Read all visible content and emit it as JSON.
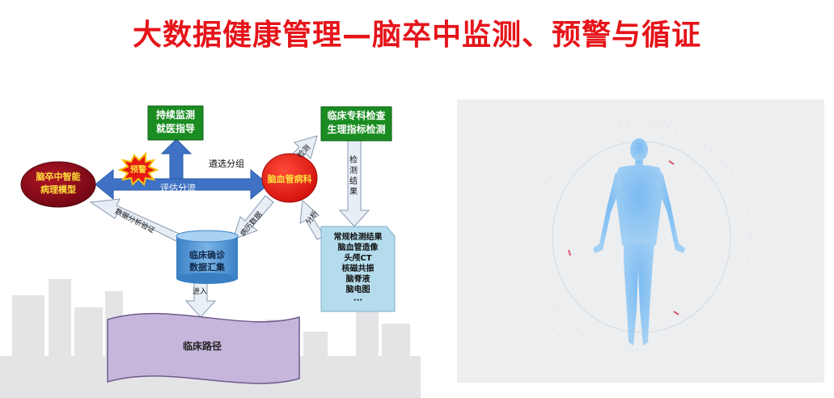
{
  "title": "大数据健康管理—脑卒中监测、预警与循证",
  "colors": {
    "title": "#e5141a",
    "green_box": "#1a8c22",
    "dark_red": "#8e0b1a",
    "bright_red": "#e51b12",
    "blue_arrow": "#3f72c4",
    "cylinder": "#5b9bd5",
    "doc": "#b5dcec",
    "band": "#c7b6dc"
  },
  "diagram": {
    "monitor_box": {
      "line1": "持续监测",
      "line2": "就医指导"
    },
    "exam_box": {
      "line1": "临床专科检查",
      "line2": "生理指标检测"
    },
    "model_node": {
      "line1": "脑卒中智能",
      "line2": "病理模型"
    },
    "dept_node": {
      "label": "脑血管病科"
    },
    "warning_burst": {
      "label": "预警"
    },
    "db": {
      "line1": "临床确诊",
      "line2": "数据汇集"
    },
    "results_doc": {
      "items": [
        "常规检测结果",
        "脑血管造像",
        "头颅CT",
        "核磁共振",
        "脑脊液",
        "脑电图",
        "···"
      ]
    },
    "clinical_path": {
      "label": "临床路径"
    },
    "labels": {
      "eval": "评估分流",
      "select": "遴选分组",
      "check": "检测",
      "results_v": "检测结果",
      "analysis": "分析",
      "records": "病历数据",
      "verify": "数据分析验证",
      "enter": "进入"
    }
  }
}
